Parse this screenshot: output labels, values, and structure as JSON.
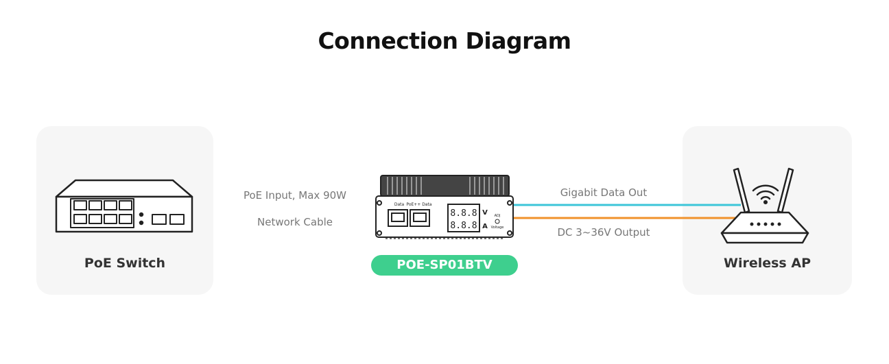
{
  "title": "Connection Diagram",
  "left_device": {
    "label": "PoE Switch"
  },
  "right_device": {
    "label": "Wireless AP"
  },
  "center_device": {
    "badge": "POE-SP01BTV",
    "port_labels": [
      "Data",
      "PoE++ Data"
    ],
    "display_digits": [
      "8.8.8",
      "8.8.8"
    ],
    "unit_labels": [
      "V",
      "A"
    ],
    "adjust_labels": [
      "ADJ",
      "Voltage"
    ]
  },
  "cables": {
    "input": {
      "label_top": "PoE Input, Max 90W",
      "label_bottom": "Network Cable",
      "color": "#3cc5d8"
    },
    "data_out": {
      "label": "Gigabit Data Out",
      "color": "#3cc5d8"
    },
    "power_out": {
      "label": "DC 3~36V Output",
      "color": "#f0922b"
    }
  },
  "icons": [
    "poe-switch-icon",
    "injector-device-icon",
    "wireless-router-icon",
    "wifi-icon"
  ]
}
